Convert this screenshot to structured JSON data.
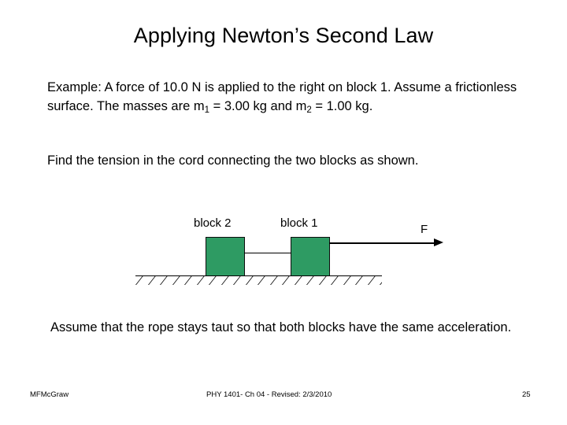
{
  "slide": {
    "title": "Applying Newton’s Second Law",
    "paragraphs": {
      "problem_statement_part1": "Example: A force of 10.0 N is applied to the right on block 1. Assume a frictionless surface.  The masses are m",
      "mass1_subscript": "1",
      "problem_statement_part2": " = 3.00 kg and m",
      "mass2_subscript": "2",
      "problem_statement_part3": " = 1.00 kg.",
      "question": "Find the tension in the cord connecting the two blocks as shown.",
      "assumption": "Assume that the rope stays taut so that both blocks have the same acceleration."
    },
    "figure": {
      "block2_label": "block 2",
      "block1_label": "block 1",
      "force_label": "F",
      "block_fill_color": "#2E9B63",
      "block_border_color": "#0D0D0D",
      "line_color": "#000000"
    },
    "footer": {
      "author": "MFMcGraw",
      "course": "PHY 1401- Ch 04 - Revised: 2/3/2010",
      "page_number": "25"
    }
  },
  "physics_values": {
    "applied_force_N": "10.0 N",
    "mass_1_kg": "3.00 kg",
    "mass_2_kg": "1.00 kg"
  }
}
